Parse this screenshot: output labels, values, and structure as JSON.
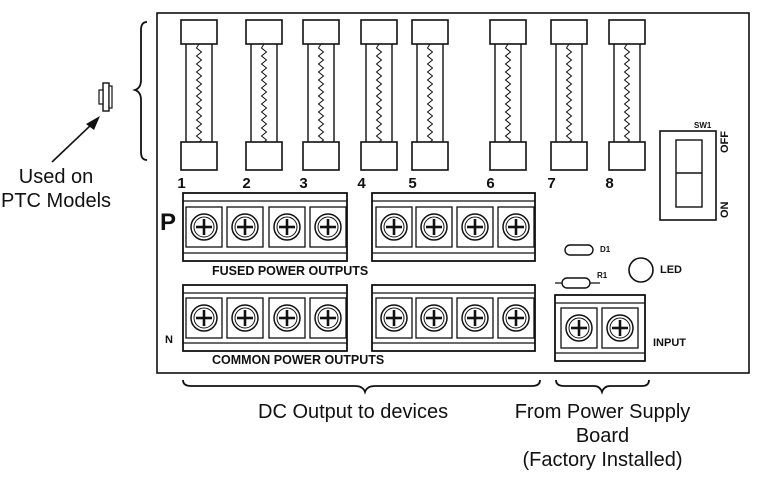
{
  "side_callout": {
    "line1": "Used on",
    "line2": "PTC Models"
  },
  "fuse_numbers": [
    "1",
    "2",
    "3",
    "4",
    "5",
    "6",
    "7",
    "8"
  ],
  "board": {
    "switch_name": "SW1",
    "switch_off": "OFF",
    "switch_on": "ON",
    "diode_label": "D1",
    "resistor_label": "R1",
    "led_label": "LED",
    "positive_label": "P",
    "negative_label": "N",
    "fused_outputs_label": "FUSED POWER OUTPUTS",
    "common_outputs_label": "COMMON POWER OUTPUTS",
    "input_label": "INPUT"
  },
  "bottom_labels": {
    "dc_output": "DC Output to devices",
    "power_supply_line1": "From Power Supply",
    "power_supply_line2": "Board",
    "power_supply_line3": "(Factory Installed)"
  }
}
